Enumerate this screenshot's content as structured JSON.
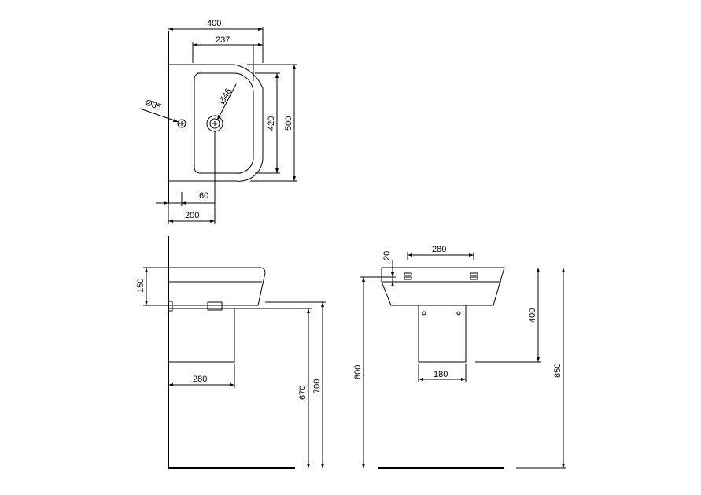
{
  "dimensions": {
    "top_width": "400",
    "top_tap_offset": "237",
    "top_bowl_depth": "420",
    "top_total_depth": "500",
    "top_tap_hole": "Ø46",
    "top_overflow_hole": "Ø35",
    "top_offset_60": "60",
    "top_offset_200": "200",
    "side_basin_height": "150",
    "side_pedestal_depth": "280",
    "side_height_670": "670",
    "side_height_700": "700",
    "front_rim": "20",
    "front_fixing_spacing": "280",
    "front_floor_to_rim": "800",
    "front_pedestal_width": "180",
    "front_pedestal_height": "400",
    "front_total_height": "850"
  }
}
